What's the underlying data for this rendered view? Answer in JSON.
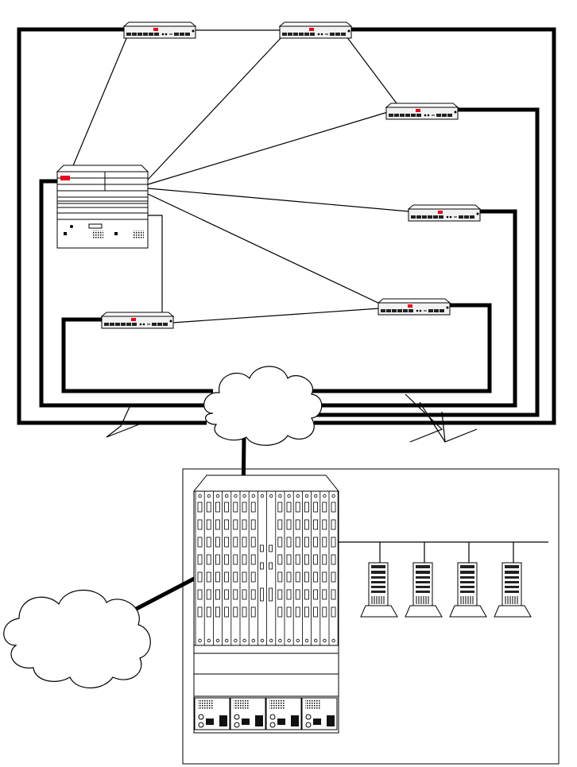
{
  "diagram": {
    "kind": "network-topology",
    "labels": [],
    "colors": {
      "line": "#000000",
      "background": "#ffffff",
      "device_body": "#f2f2f2",
      "status_led": "#e8001c"
    },
    "nodes": [
      {
        "id": "router-top-left",
        "type": "router-1u",
        "icon": "router-icon"
      },
      {
        "id": "router-top-center",
        "type": "router-1u",
        "icon": "router-icon"
      },
      {
        "id": "router-right-upper",
        "type": "router-1u",
        "icon": "router-icon"
      },
      {
        "id": "router-right-middle",
        "type": "router-1u",
        "icon": "router-icon"
      },
      {
        "id": "router-right-lower",
        "type": "router-1u",
        "icon": "router-icon"
      },
      {
        "id": "router-bottom-left",
        "type": "router-1u",
        "icon": "router-icon"
      },
      {
        "id": "core-switch",
        "type": "modular-switch",
        "icon": "switch-chassis-icon"
      },
      {
        "id": "central-cloud",
        "type": "cloud",
        "icon": "cloud-icon"
      },
      {
        "id": "external-cloud",
        "type": "cloud",
        "icon": "cloud-icon"
      },
      {
        "id": "datacenter-chassis",
        "type": "large-chassis",
        "icon": "chassis-icon"
      },
      {
        "id": "server-1",
        "type": "tower-server",
        "icon": "server-icon"
      },
      {
        "id": "server-2",
        "type": "tower-server",
        "icon": "server-icon"
      },
      {
        "id": "server-3",
        "type": "tower-server",
        "icon": "server-icon"
      },
      {
        "id": "server-4",
        "type": "tower-server",
        "icon": "server-icon"
      }
    ],
    "links": [
      {
        "from": "core-switch",
        "to": "router-top-left",
        "style": "thin"
      },
      {
        "from": "core-switch",
        "to": "router-top-center",
        "style": "thin"
      },
      {
        "from": "core-switch",
        "to": "router-right-upper",
        "style": "thin"
      },
      {
        "from": "core-switch",
        "to": "router-right-middle",
        "style": "thin"
      },
      {
        "from": "core-switch",
        "to": "router-right-lower",
        "style": "thin"
      },
      {
        "from": "core-switch",
        "to": "router-bottom-left",
        "style": "thin"
      },
      {
        "from": "router-top-left",
        "to": "router-top-center",
        "style": "thin"
      },
      {
        "from": "router-top-center",
        "to": "router-right-upper",
        "style": "thin"
      },
      {
        "from": "router-bottom-left",
        "to": "router-right-lower",
        "style": "thin"
      },
      {
        "from": "router-top-left",
        "to": "central-cloud",
        "style": "thick"
      },
      {
        "from": "router-top-center",
        "to": "central-cloud",
        "style": "thick"
      },
      {
        "from": "router-right-upper",
        "to": "central-cloud",
        "style": "thick"
      },
      {
        "from": "router-right-middle",
        "to": "central-cloud",
        "style": "thick"
      },
      {
        "from": "router-right-lower",
        "to": "central-cloud",
        "style": "thick"
      },
      {
        "from": "router-bottom-left",
        "to": "central-cloud",
        "style": "thick"
      },
      {
        "from": "core-switch",
        "to": "central-cloud",
        "style": "thick"
      },
      {
        "from": "central-cloud",
        "to": "datacenter-chassis",
        "style": "thick"
      },
      {
        "from": "external-cloud",
        "to": "datacenter-chassis",
        "style": "thick"
      },
      {
        "from": "datacenter-chassis",
        "to": "server-1",
        "style": "thin"
      },
      {
        "from": "datacenter-chassis",
        "to": "server-2",
        "style": "thin"
      },
      {
        "from": "datacenter-chassis",
        "to": "server-3",
        "style": "thin"
      },
      {
        "from": "datacenter-chassis",
        "to": "server-4",
        "style": "thin"
      }
    ]
  }
}
